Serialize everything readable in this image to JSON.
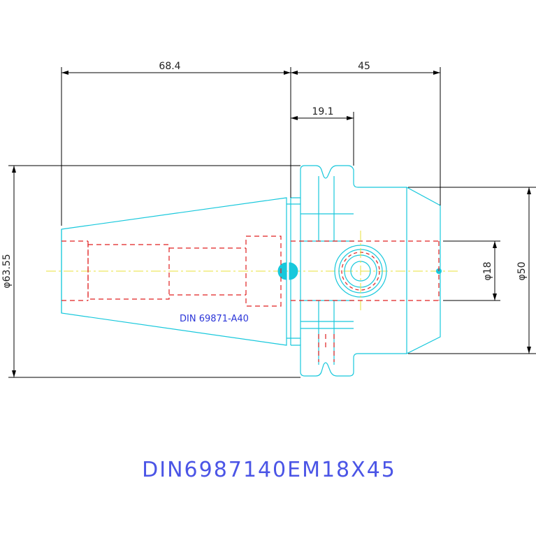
{
  "dimensions": {
    "taper_length": "68.4",
    "total_length": "45",
    "flange_offset": "19.1",
    "flange_diameter": "φ63.55",
    "bore_diameter": "φ18",
    "body_diameter": "φ50"
  },
  "standard_label": "DIN 69871-A40",
  "title": "DIN6987140EM18X45",
  "colors": {
    "outline": "#18c8dc",
    "hidden_lines": "#e02020",
    "dimension_lines": "#000000",
    "center_line": "#e8e03a",
    "label": "#2b35d8"
  }
}
